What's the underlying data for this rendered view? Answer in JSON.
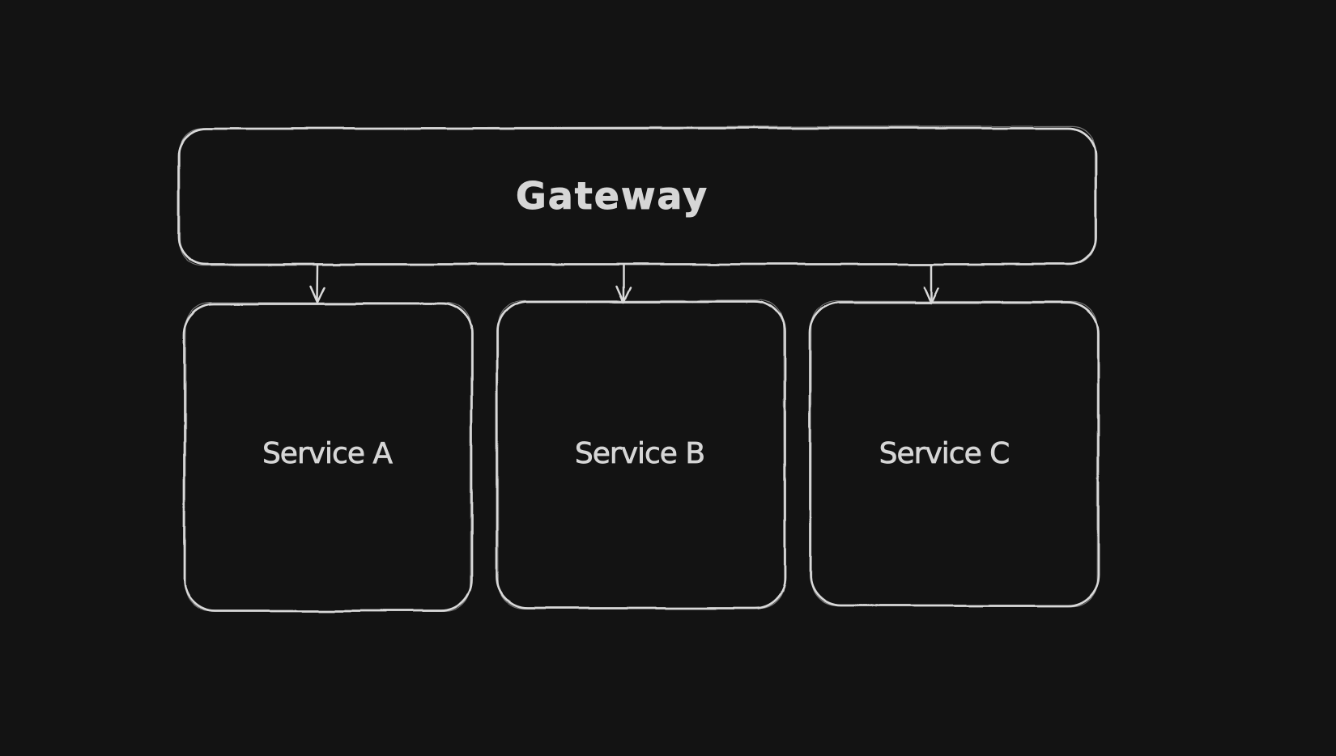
{
  "canvas": {
    "background": "#131313",
    "stroke-color": "#d9d9d9",
    "text-color": "#d6d6d6"
  },
  "diagram": {
    "style": "hand-drawn-sketch",
    "nodes": [
      {
        "id": "gateway",
        "label": "Gateway",
        "shape": "rounded-rectangle"
      },
      {
        "id": "service-a",
        "label": "Service A",
        "shape": "rounded-rectangle"
      },
      {
        "id": "service-b",
        "label": "Service B",
        "shape": "rounded-rectangle"
      },
      {
        "id": "service-c",
        "label": "Service C",
        "shape": "rounded-rectangle"
      }
    ],
    "edges": [
      {
        "id": "gateway-to-service-a",
        "from": "gateway",
        "to": "service-a",
        "type": "arrow-down"
      },
      {
        "id": "gateway-to-service-b",
        "from": "gateway",
        "to": "service-b",
        "type": "arrow-down"
      },
      {
        "id": "gateway-to-service-c",
        "from": "gateway",
        "to": "service-c",
        "type": "arrow-down"
      }
    ]
  }
}
